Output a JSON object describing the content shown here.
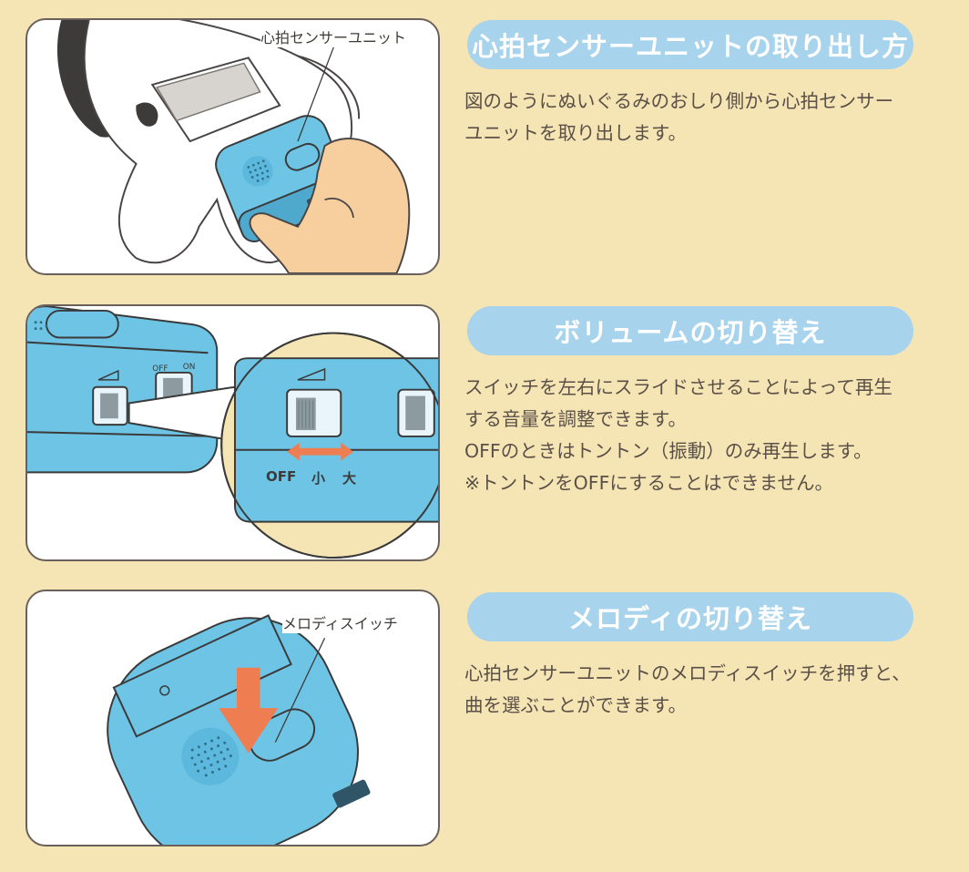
{
  "sections": [
    {
      "title": "心拍センサーユニットの取り出し方",
      "lines": [
        "図のようにぬいぐるみのおしり側から心拍センサー",
        "ユニットを取り出します。"
      ],
      "callout": "心拍センサーユニット"
    },
    {
      "title": "ボリュームの切り替え",
      "lines": [
        "スイッチを左右にスライドさせることによって再生",
        "する音量を調整できます。",
        "OFFのときはトントン（振動）のみ再生します。",
        "※トントンをOFFにすることはできません。"
      ],
      "device_labels": {
        "off": "OFF",
        "on": "ON"
      },
      "slider_labels": {
        "off": "OFF",
        "small": "小",
        "large": "大"
      }
    },
    {
      "title": "メロディの切り替え",
      "lines": [
        "心拍センサーユニットのメロディスイッチを押すと、",
        "曲を選ぶことができます。"
      ],
      "callout": "メロディスイッチ"
    }
  ],
  "colors": {
    "background": "#f6e5b4",
    "pill": "#a7d3ec",
    "device_blue": "#6ec4e4",
    "arrow_orange": "#ef7d52",
    "text": "#5a5048"
  }
}
